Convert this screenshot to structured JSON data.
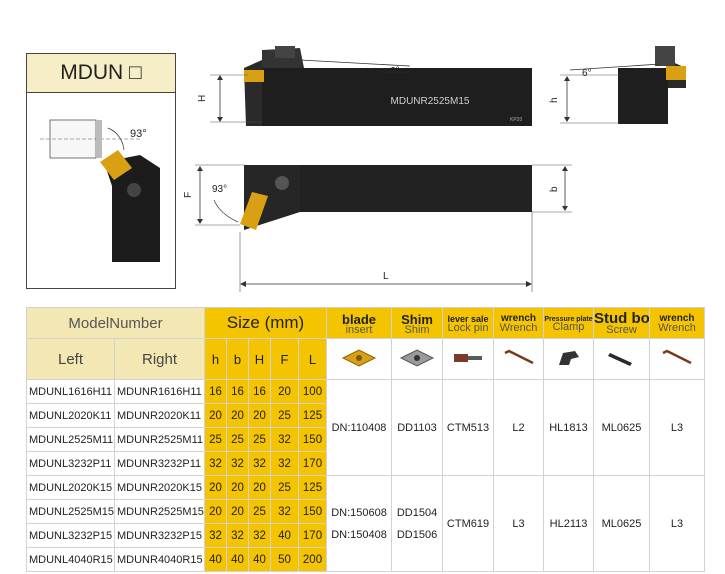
{
  "header": {
    "title": "MDUN □"
  },
  "drawing": {
    "top_tool_label": "MDUNR2525M15",
    "angle_6_left": "6°",
    "angle_6_right": "6°",
    "angle_93_side": "93°",
    "angle_93_main": "93°",
    "dim_H": "H",
    "dim_h_mid": "h",
    "dim_F": "F",
    "dim_b": "b",
    "dim_L": "L"
  },
  "table": {
    "model_header": "ModelNumber",
    "size_header": "Size (mm)",
    "left_header": "Left",
    "right_header": "Right",
    "dims": [
      "h",
      "b",
      "H",
      "F",
      "L"
    ],
    "accessories": [
      {
        "top": "blade",
        "sub": "insert",
        "style": "big"
      },
      {
        "top": "Shim",
        "sub": "Shim",
        "style": "big"
      },
      {
        "top": "lever sale",
        "sub": "Lock pin",
        "style": "mid"
      },
      {
        "top": "wrench",
        "sub": "Wrench",
        "style": "mid"
      },
      {
        "top": "Pressure plate",
        "sub": "Clamp",
        "style": "tiny"
      },
      {
        "top": "Stud bolt",
        "sub": "Screw",
        "style": "bold"
      },
      {
        "top": "wrench",
        "sub": "Wrench",
        "style": "mid"
      }
    ],
    "rows": [
      {
        "left": "MDUNL1616H11",
        "right": "MDUNR1616H11",
        "h": "16",
        "b": "16",
        "H": "16",
        "F": "20",
        "L": "100"
      },
      {
        "left": "MDUNL2020K11",
        "right": "MDUNR2020K11",
        "h": "20",
        "b": "20",
        "H": "20",
        "F": "25",
        "L": "125"
      },
      {
        "left": "MDUNL2525M11",
        "right": "MDUNR2525M11",
        "h": "25",
        "b": "25",
        "H": "25",
        "F": "32",
        "L": "150"
      },
      {
        "left": "MDUNL3232P11",
        "right": "MDUNR3232P11",
        "h": "32",
        "b": "32",
        "H": "32",
        "F": "32",
        "L": "170"
      },
      {
        "left": "MDUNL2020K15",
        "right": "MDUNR2020K15",
        "h": "20",
        "b": "20",
        "H": "20",
        "F": "25",
        "L": "125"
      },
      {
        "left": "MDUNL2525M15",
        "right": "MDUNR2525M15",
        "h": "20",
        "b": "20",
        "H": "25",
        "F": "32",
        "L": "150"
      },
      {
        "left": "MDUNL3232P15",
        "right": "MDUNR3232P15",
        "h": "32",
        "b": "32",
        "H": "32",
        "F": "40",
        "L": "170"
      },
      {
        "left": "MDUNL4040R15",
        "right": "MDUNR4040R15",
        "h": "40",
        "b": "40",
        "H": "40",
        "F": "50",
        "L": "200"
      }
    ],
    "group1": {
      "insert": "DN:110408",
      "shim": "DD1103",
      "lockpin": "CTM513",
      "wrench": "L2",
      "clamp": "HL1813",
      "screw": "ML0625",
      "wrench2": "L3"
    },
    "group2": {
      "insert1": "DN:150608",
      "insert2": "DN:150408",
      "shim1": "DD1504",
      "shim2": "DD1506",
      "lockpin": "CTM619",
      "wrench": "L3",
      "clamp": "HL2113",
      "screw": "ML0625",
      "wrench2": "L3"
    }
  },
  "colors": {
    "header_yellow": "#f5c400",
    "header_cream": "#f3e8b4",
    "insert_gold": "#d9a014",
    "tool_black": "#1c1c1c"
  }
}
